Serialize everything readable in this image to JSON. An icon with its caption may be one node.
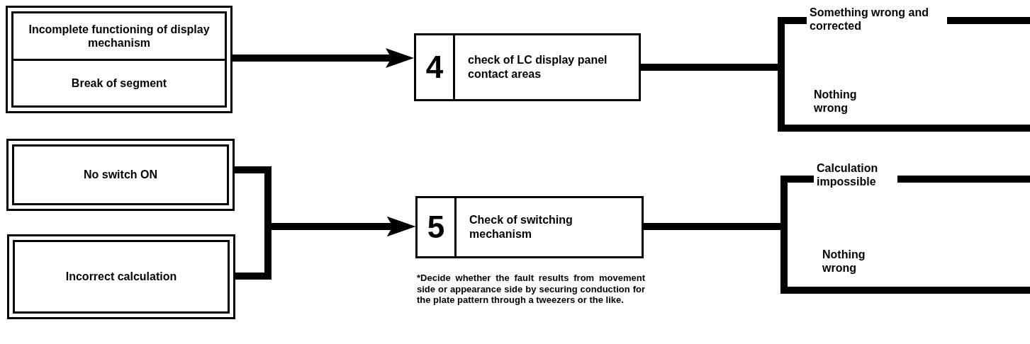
{
  "diagram": {
    "nodes": [
      {
        "text": [
          "Incomplete functioning of display mechanism",
          "Break of segment"
        ]
      },
      {
        "text": [
          "No switch ON"
        ]
      },
      {
        "text": [
          "Incorrect calculation"
        ]
      },
      {
        "text": [
          "4",
          "check of LC display panel contact areas"
        ]
      },
      {
        "text": [
          "5",
          "Check of switching mechanism"
        ],
        "beside": [
          "*Decide whether the fault results from movement side or appearance side by securing conduction for the plate pattern through a tweezers or the like."
        ]
      }
    ],
    "edges": [
      {
        "from": 0,
        "to": 3,
        "arrow": "to"
      },
      {
        "from": 1,
        "to": 4,
        "arrow": "to"
      },
      {
        "from": 2,
        "to": 4,
        "arrow": "to"
      },
      {
        "from": 3,
        "to": null,
        "arrow": "none",
        "label": "Something wrong and corrected"
      },
      {
        "from": 3,
        "to": null,
        "arrow": "none",
        "label": "Nothing wrong"
      },
      {
        "from": 4,
        "to": null,
        "arrow": "none",
        "label": "Calculation impossible"
      },
      {
        "from": 4,
        "to": null,
        "arrow": "none",
        "label": "Nothing wrong"
      }
    ]
  }
}
